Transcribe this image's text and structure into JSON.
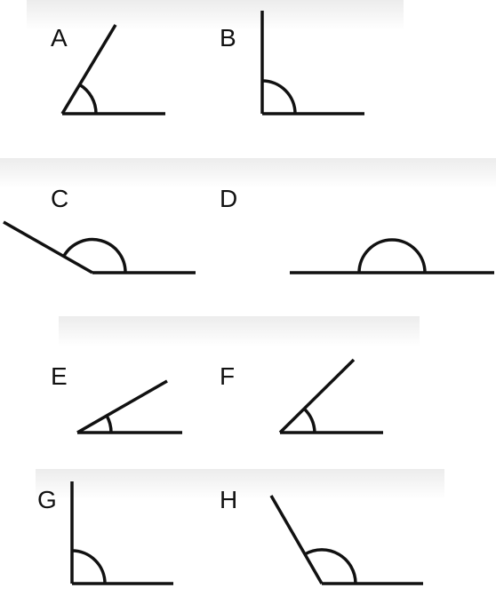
{
  "panels": [
    {
      "label": "A",
      "angle_deg": 60
    },
    {
      "label": "B",
      "angle_deg": 90
    },
    {
      "label": "C",
      "angle_deg": 150
    },
    {
      "label": "D",
      "angle_deg": 180
    },
    {
      "label": "E",
      "angle_deg": 30
    },
    {
      "label": "F",
      "angle_deg": 45
    },
    {
      "label": "G",
      "angle_deg": 90
    },
    {
      "label": "H",
      "angle_deg": 120
    }
  ],
  "colors": {
    "stroke": "#111111",
    "band": "#f3f3f3",
    "background": "#ffffff"
  }
}
